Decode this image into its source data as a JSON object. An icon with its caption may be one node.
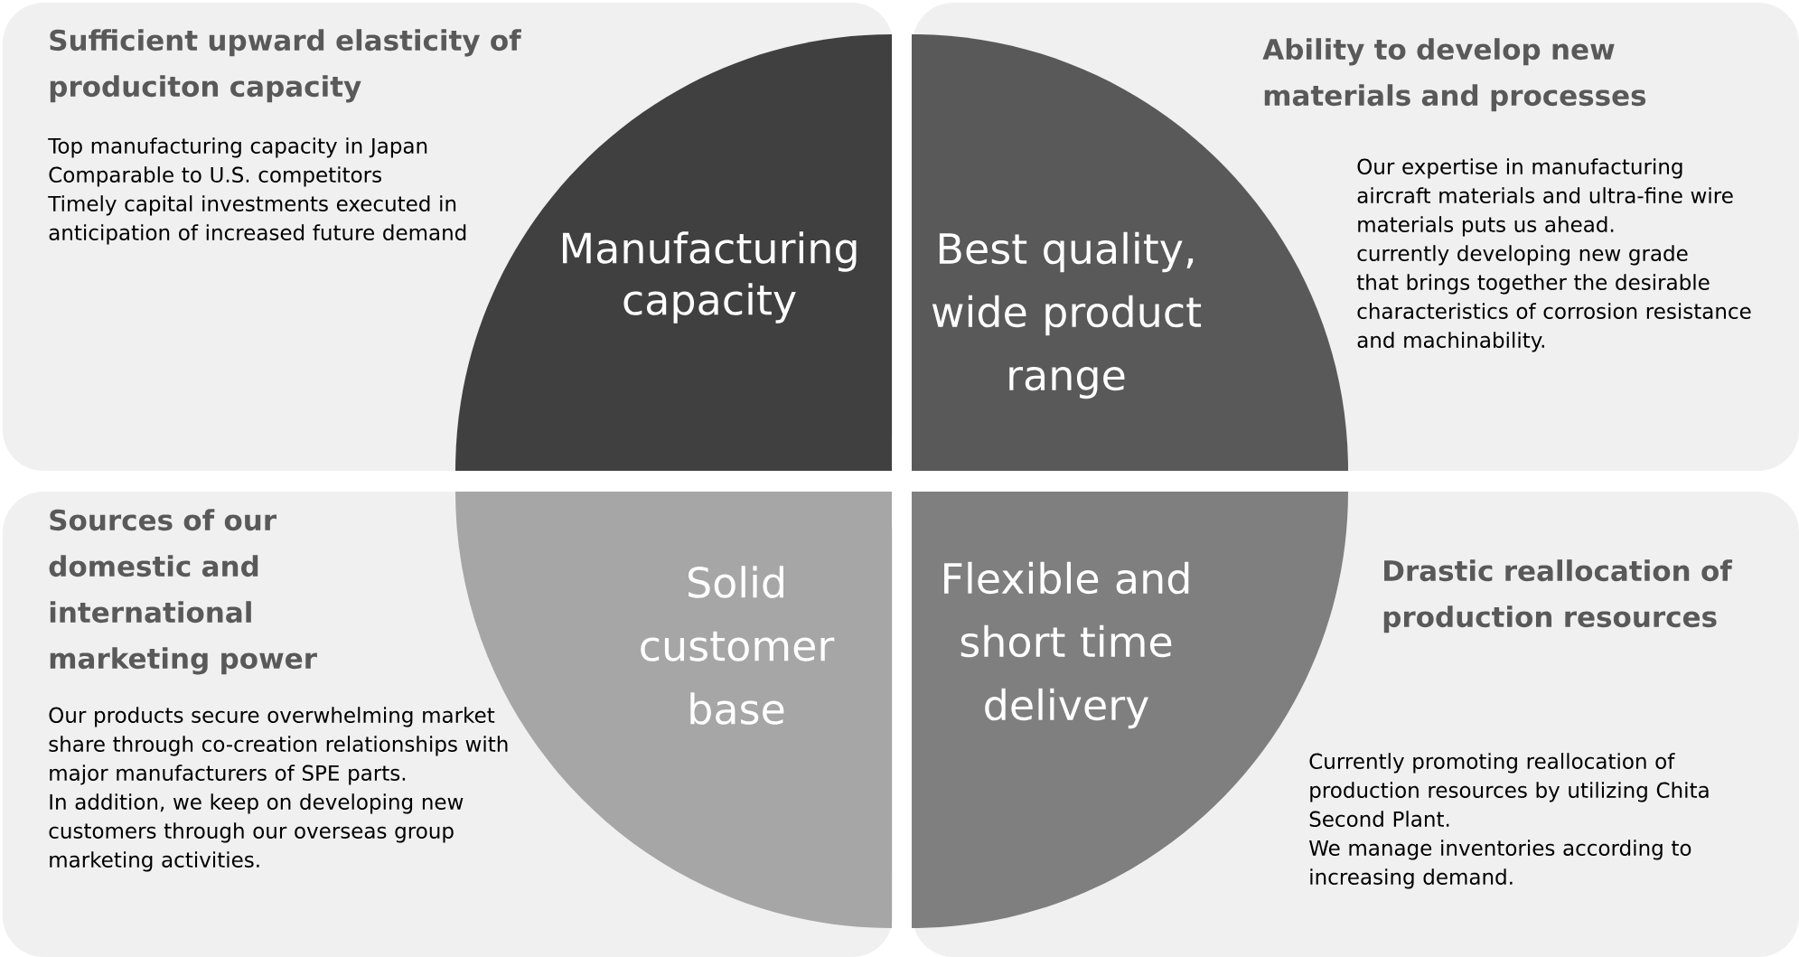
{
  "diagram": {
    "nodes": [
      {
        "text": [
          "Sufficient upward elasticity of produciton capacity",
          "Top manufacturing capacity in Japan",
          "Comparable to U.S. competitors",
          "Timely capital investments executed in anticipation of increased future demand"
        ]
      },
      {
        "text": [
          "Manufacturing capacity"
        ],
        "in": 0
      },
      {
        "text": [
          "Best quality, wide product range"
        ],
        "in": 3
      },
      {
        "text": [
          "Ability to develop new materials and processes",
          "Our expertise in manufacturing aircraft materials and ultra-fine wire materials puts us ahead.",
          "currently developing new grade that brings together the desirable characteristics of corrosion resistance and machinability."
        ]
      },
      {
        "text": [
          "Sources of our domestic and international marketing power",
          "Our products secure overwhelming market share through co-creation relationships with major manufacturers of SPE parts.",
          "In addition, we keep on developing new customers through our overseas group marketing activities."
        ]
      },
      {
        "text": [
          "Solid customer base"
        ],
        "in": 4
      },
      {
        "text": [
          "Flexible and short time delivery"
        ],
        "in": 7
      },
      {
        "text": [
          "Drastic reallocation of production resources",
          "Currently promoting reallocation of production resources by utilizing Chita Second Plant.",
          "We manage inventories according to increasing demand."
        ]
      }
    ]
  }
}
